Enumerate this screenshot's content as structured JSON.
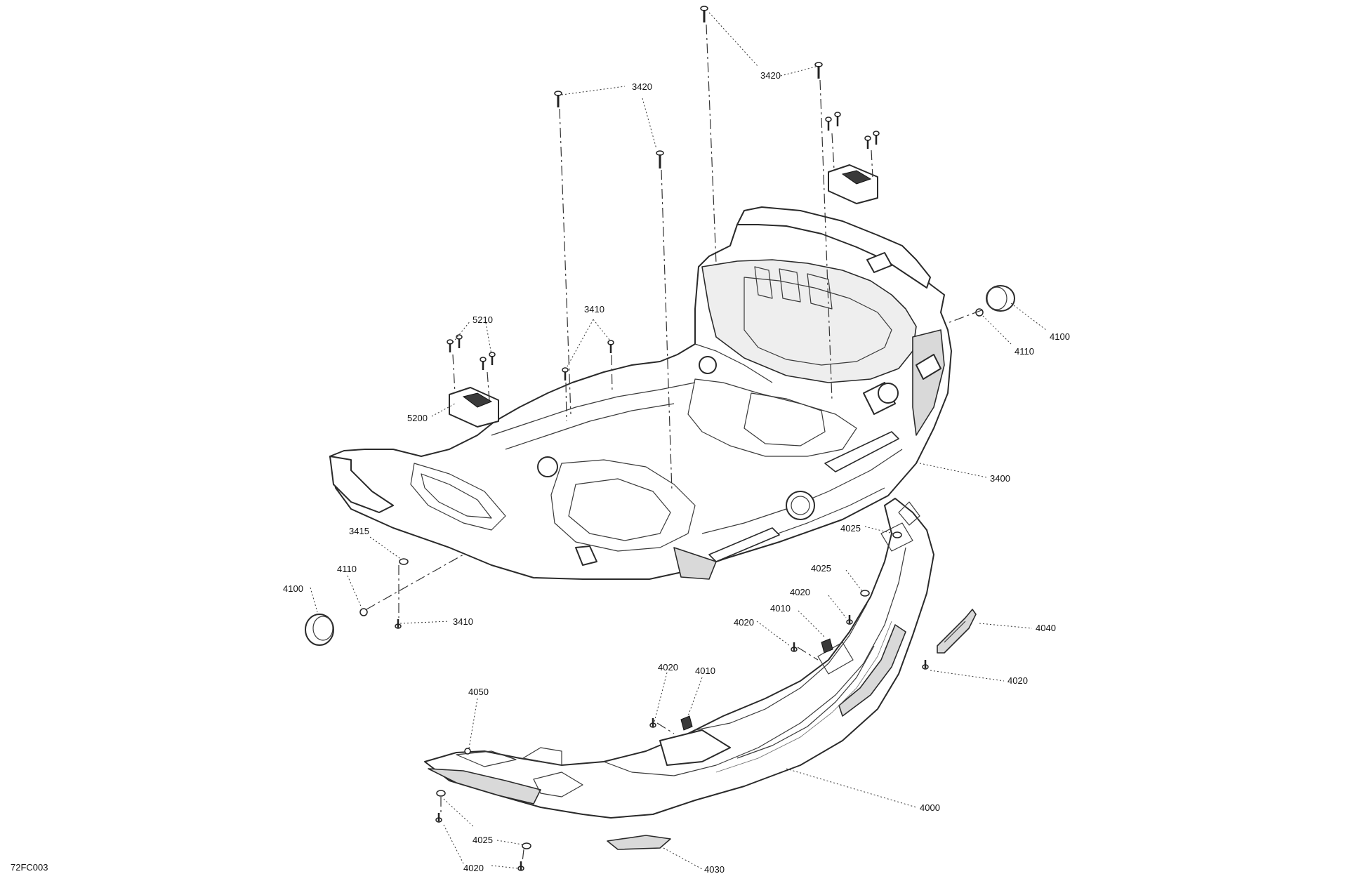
{
  "figure_code": "72FC003",
  "callouts": [
    {
      "id": "c1",
      "text": "3420"
    },
    {
      "id": "c2",
      "text": "3420"
    },
    {
      "id": "c3",
      "text": "5210"
    },
    {
      "id": "c4",
      "text": "3410"
    },
    {
      "id": "c5",
      "text": "5200"
    },
    {
      "id": "c6",
      "text": "4100"
    },
    {
      "id": "c7",
      "text": "4110"
    },
    {
      "id": "c8",
      "text": "3400"
    },
    {
      "id": "c9",
      "text": "3415"
    },
    {
      "id": "c10",
      "text": "4110"
    },
    {
      "id": "c11",
      "text": "4100"
    },
    {
      "id": "c12",
      "text": "3410"
    },
    {
      "id": "c13",
      "text": "4025"
    },
    {
      "id": "c14",
      "text": "4025"
    },
    {
      "id": "c15",
      "text": "4020"
    },
    {
      "id": "c16",
      "text": "4010"
    },
    {
      "id": "c17",
      "text": "4020"
    },
    {
      "id": "c18",
      "text": "4040"
    },
    {
      "id": "c19",
      "text": "4020"
    },
    {
      "id": "c20",
      "text": "4020"
    },
    {
      "id": "c21",
      "text": "4010"
    },
    {
      "id": "c22",
      "text": "4050"
    },
    {
      "id": "c23",
      "text": "4000"
    },
    {
      "id": "c24",
      "text": "4025"
    },
    {
      "id": "c25",
      "text": "4020"
    },
    {
      "id": "c26",
      "text": "4030"
    }
  ]
}
